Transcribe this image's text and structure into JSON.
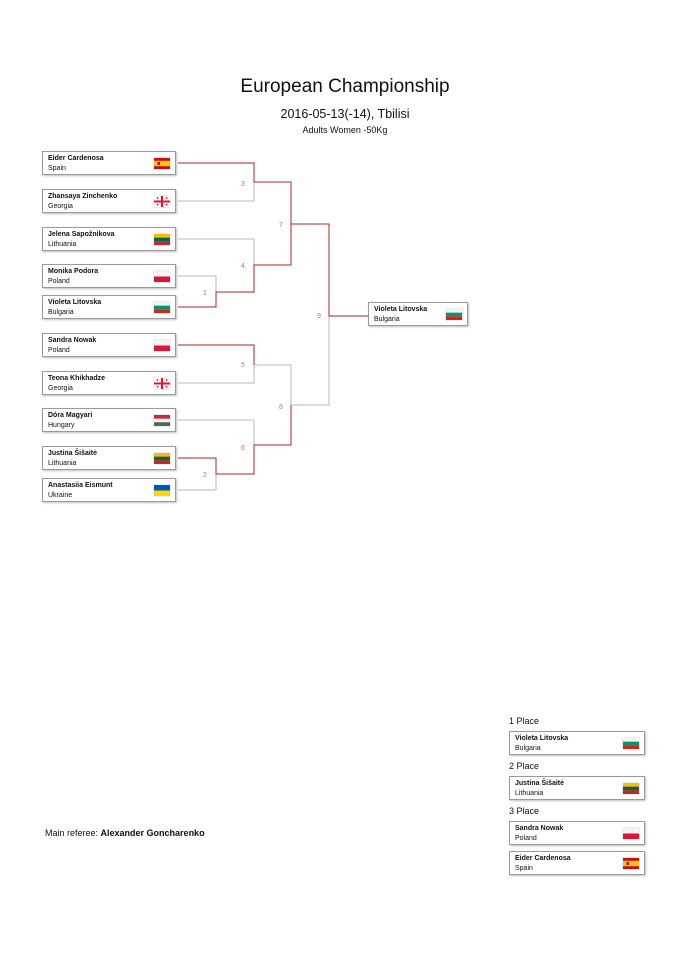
{
  "header": {
    "title": "European Championship",
    "subtitle": "2016-05-13(-14), Tbilisi",
    "category": "Adults Women -50Kg"
  },
  "competitors": [
    {
      "name": "Eider Cardenosa",
      "country": "Spain",
      "flag": "spain-flag"
    },
    {
      "name": "Zhansaya Zinchenko",
      "country": "Georgia",
      "flag": "georgia-flag"
    },
    {
      "name": "Jelena Sapožnikova",
      "country": "Lithuania",
      "flag": "lithuania-flag"
    },
    {
      "name": "Monika Podora",
      "country": "Poland",
      "flag": "poland-flag"
    },
    {
      "name": "Violeta Litovska",
      "country": "Bulgaria",
      "flag": "bulgaria-flag"
    },
    {
      "name": "Sandra Nowak",
      "country": "Poland",
      "flag": "poland-flag"
    },
    {
      "name": "Teona Khikhadze",
      "country": "Georgia",
      "flag": "georgia-flag"
    },
    {
      "name": "Dóra Magyari",
      "country": "Hungary",
      "flag": "hungary-flag"
    },
    {
      "name": "Justina Šišaitė",
      "country": "Lithuania",
      "flag": "lithuania-flag"
    },
    {
      "name": "Anastasiia Eismunt",
      "country": "Ukraine",
      "flag": "ukraine-flag"
    }
  ],
  "winner": {
    "name": "Violeta Litovska",
    "country": "Bulgaria",
    "flag": "bulgaria-flag"
  },
  "match_numbers": [
    "1",
    "2",
    "3",
    "4",
    "5",
    "6",
    "7",
    "8",
    "9"
  ],
  "placings": {
    "first_label": "1 Place",
    "first": {
      "name": "Violeta Litovska",
      "country": "Bulgaria",
      "flag": "bulgaria-flag"
    },
    "second_label": "2 Place",
    "second": {
      "name": "Justina Šišaitė",
      "country": "Lithuania",
      "flag": "lithuania-flag"
    },
    "third_label": "3 Place",
    "third": [
      {
        "name": "Sandra Nowak",
        "country": "Poland",
        "flag": "poland-flag"
      },
      {
        "name": "Eider Cardenosa",
        "country": "Spain",
        "flag": "spain-flag"
      }
    ]
  },
  "referee": {
    "label": "Main referee:",
    "name": "Alexander Goncharenko"
  },
  "colors": {
    "win_line": "#b52020",
    "line": "#b8b8b8",
    "border": "#9a9a9a"
  }
}
